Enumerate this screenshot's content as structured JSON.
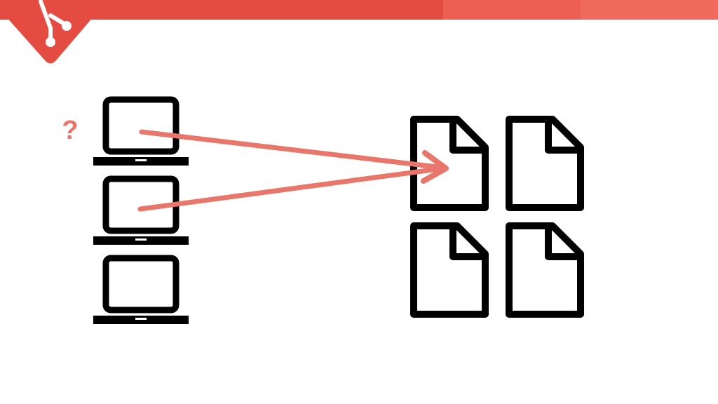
{
  "header": {
    "bar_colors": [
      "#e44c41",
      "#ec5f52",
      "#f26a5d"
    ],
    "logo_icon": "git-branch-icon",
    "logo_color": "#e44c41"
  },
  "diagram": {
    "question_label": "?",
    "question_color": "#e9766a",
    "arrow_color": "#e9766a",
    "icon_color": "#000000",
    "laptops": [
      {
        "icon": "laptop-icon"
      },
      {
        "icon": "laptop-icon"
      },
      {
        "icon": "laptop-icon"
      }
    ],
    "files": [
      {
        "icon": "file-icon"
      },
      {
        "icon": "file-icon"
      },
      {
        "icon": "file-icon"
      },
      {
        "icon": "file-icon"
      }
    ],
    "arrows": [
      {
        "from": "laptop-1",
        "to": "file-1"
      },
      {
        "from": "laptop-2",
        "to": "file-1"
      }
    ]
  }
}
